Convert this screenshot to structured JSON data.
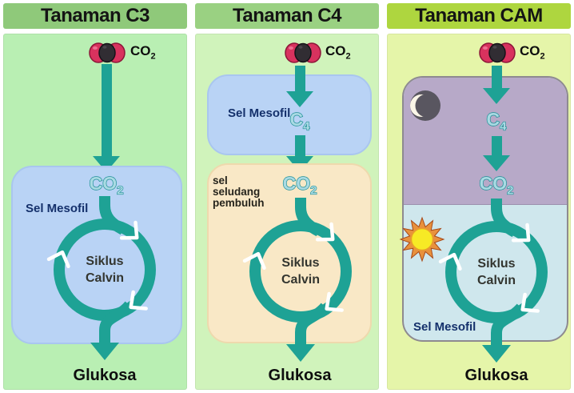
{
  "columns": [
    {
      "header": "Tanaman C3"
    },
    {
      "header": "Tanaman C4"
    },
    {
      "header": "Tanaman CAM"
    }
  ],
  "labels": {
    "co2_base": "CO",
    "co2_sub": "2",
    "c4_base": "C",
    "c4_sub": "4",
    "mesophyll_cell": "Sel Mesofil",
    "bundle_sheath": [
      "sel",
      "seludang",
      "pembuluh"
    ],
    "calvin_cycle": [
      "Siklus",
      "Calvin"
    ],
    "glucose": "Glukosa"
  },
  "colors": {
    "teal_arrow": "#1ea295",
    "header_c3_bg": "#8fc97a",
    "header_c4_bg": "#9ad182",
    "header_cam_bg": "#aed63f",
    "panel_c3_bg": "#b9efb3",
    "panel_c4_bg": "#d0f3bb",
    "panel_cam_bg": "#e5f5a9",
    "mesophyll_box_blue": "#b9d3f5",
    "bundle_sheath_box_orange": "#f9e8c6",
    "night_section_purple": "#b7a9c8",
    "day_section_blue": "#cfe7ed",
    "co2_molecule_red": "#d8325e",
    "co2_molecule_black": "#312d33",
    "chem_text_fill": "#a9dae3",
    "chem_text_stroke": "#1e8f96",
    "sun_yellow": "#f7ea25",
    "sun_rays_orange": "#e8913d",
    "moon_gray": "#595660"
  }
}
